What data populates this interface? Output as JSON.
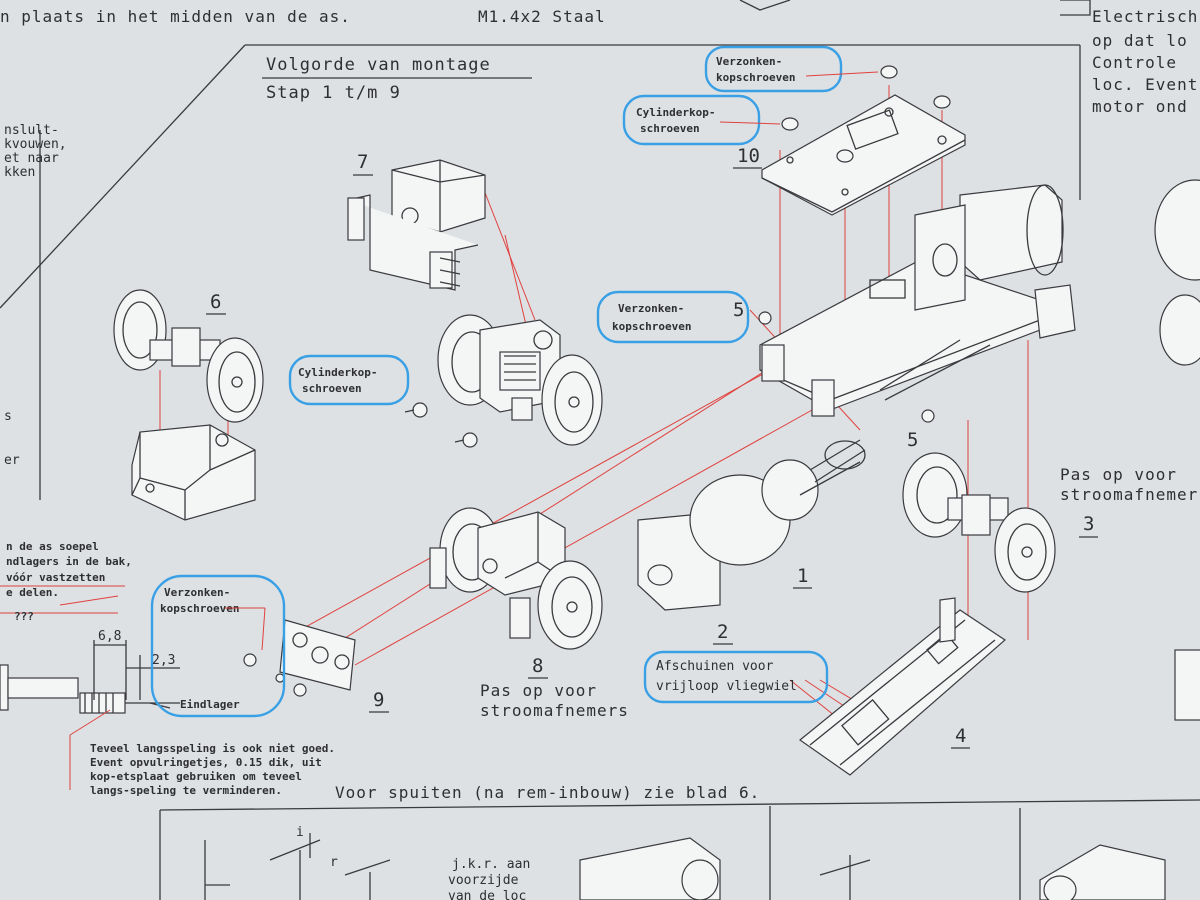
{
  "header": {
    "top_left_line": "n plaats in het midden van de as.",
    "top_mid_line": "M1.4x2 Staal"
  },
  "title": {
    "line1": "Volgorde van montage",
    "line2": "Stap 1 t/m 9"
  },
  "right_note": {
    "lines": [
      "Electrisch",
      "op dat lo",
      "Controle",
      "loc. Event",
      "motor ond"
    ]
  },
  "left_notes": {
    "top": [
      "nslult-",
      "kvouwen,",
      "et naar",
      "kken"
    ],
    "mid1": "s",
    "mid2": "er"
  },
  "callouts": {
    "c1": [
      "Verzonken-",
      "kopschroeven"
    ],
    "c2": [
      "Cylinderkop-",
      "schroeven"
    ],
    "c3": [
      "Verzonken-",
      "kopschroeven"
    ],
    "c4": [
      "Cylinderkop-",
      "schroeven"
    ],
    "c5": [
      "Verzonken-",
      "kopschroeven"
    ],
    "c6": [
      "Afschuinen voor",
      "vrijloop vliegwiel"
    ]
  },
  "step_numbers": {
    "s1": "1",
    "s2": "2",
    "s3": "3",
    "s4": "4",
    "s5a": "5",
    "s5b": "5",
    "s6": "6",
    "s7": "7",
    "s8": "8",
    "s9": "9",
    "s10": "10"
  },
  "notes": {
    "stroom8": [
      "Pas op voor",
      "stroomafnemers"
    ],
    "stroom3": [
      "Pas op voor",
      "stroomafnemer"
    ],
    "as_note": [
      "n de as soepel",
      "ndlagers in de bak,",
      "vóór vastzetten",
      "e delen."
    ],
    "dim_qqq": "???",
    "dim_68": "6,8",
    "dim_23": "2,3",
    "eindlager": "Eindlager",
    "teveel": [
      "Teveel langsspeling is ook niet goed.",
      "Event opvulringetjes, 0.15 dik, uit",
      "kop-etsplaat gebruiken om teveel",
      "langs-speling te verminderen."
    ],
    "spuiten": "Voor spuiten (na rem-inbouw) zie blad 6.",
    "jkr": [
      "j.k.r. aan",
      "voorzijde",
      "van de loc"
    ],
    "sub_i": "i",
    "sub_r": "r"
  },
  "colors": {
    "paper": "#dde1e3",
    "ink": "#3a3a3f",
    "red_lines": "#e0413f",
    "cloud_blue": "#3aa0e6"
  }
}
